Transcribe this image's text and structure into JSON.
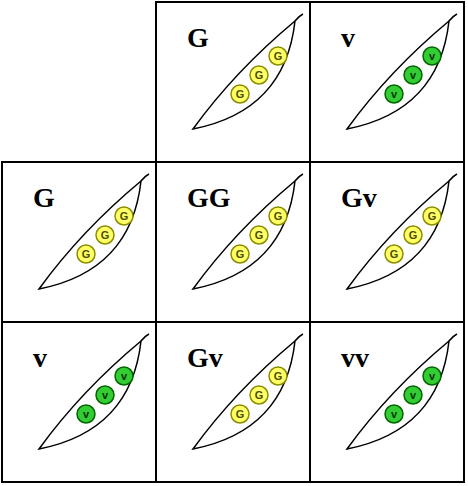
{
  "diagram": {
    "nodes": [
      {
        "text": [
          "G"
        ]
      },
      {
        "text": [
          "G"
        ],
        "in": 0
      },
      {
        "text": [
          "G"
        ],
        "in": 0
      },
      {
        "text": [
          "G"
        ],
        "in": 0
      },
      {
        "text": [
          "v"
        ]
      },
      {
        "text": [
          "v"
        ],
        "in": 4
      },
      {
        "text": [
          "v"
        ],
        "in": 4
      },
      {
        "text": [
          "v"
        ],
        "in": 4
      },
      {
        "text": [
          "G"
        ]
      },
      {
        "text": [
          "G"
        ],
        "in": 8
      },
      {
        "text": [
          "G"
        ],
        "in": 8
      },
      {
        "text": [
          "G"
        ],
        "in": 8
      },
      {
        "text": [
          "GG"
        ]
      },
      {
        "text": [
          "G"
        ],
        "in": 12
      },
      {
        "text": [
          "G"
        ],
        "in": 12
      },
      {
        "text": [
          "G"
        ],
        "in": 12
      },
      {
        "text": [
          "Gv"
        ]
      },
      {
        "text": [
          "G"
        ],
        "in": 16
      },
      {
        "text": [
          "G"
        ],
        "in": 16
      },
      {
        "text": [
          "G"
        ],
        "in": 16
      },
      {
        "text": [
          "v"
        ]
      },
      {
        "text": [
          "v"
        ],
        "in": 20
      },
      {
        "text": [
          "v"
        ],
        "in": 20
      },
      {
        "text": [
          "v"
        ],
        "in": 20
      },
      {
        "text": [
          "Gv"
        ]
      },
      {
        "text": [
          "G"
        ],
        "in": 24
      },
      {
        "text": [
          "G"
        ],
        "in": 24
      },
      {
        "text": [
          "G"
        ],
        "in": 24
      },
      {
        "text": [
          "vv"
        ]
      },
      {
        "text": [
          "v"
        ],
        "in": 28
      },
      {
        "text": [
          "v"
        ],
        "in": 28
      },
      {
        "text": [
          "v"
        ],
        "in": 28
      }
    ]
  }
}
